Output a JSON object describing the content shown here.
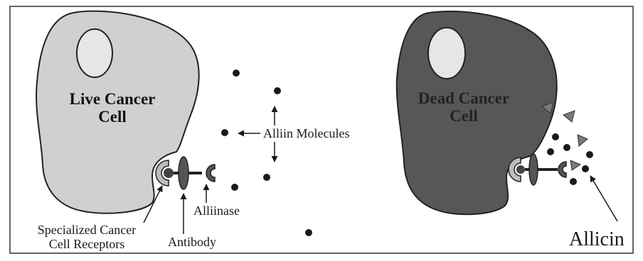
{
  "live_cell": {
    "line1": "Live Cancer",
    "line2": "Cell"
  },
  "dead_cell": {
    "line1": "Dead Cancer",
    "line2": "Cell"
  },
  "labels": {
    "alliin": "Alliin Molecules",
    "alliinase": "Alliinase",
    "antibody": "Antibody",
    "receptors_line1": "Specialized Cancer",
    "receptors_line2": "Cell Receptors",
    "allicin": "Allicin"
  },
  "colors": {
    "live_cell_fill": "#d0d0d0",
    "dead_cell_fill": "#575757",
    "nucleus_fill": "#e6e6e6",
    "ink": "#1a1a1a"
  }
}
